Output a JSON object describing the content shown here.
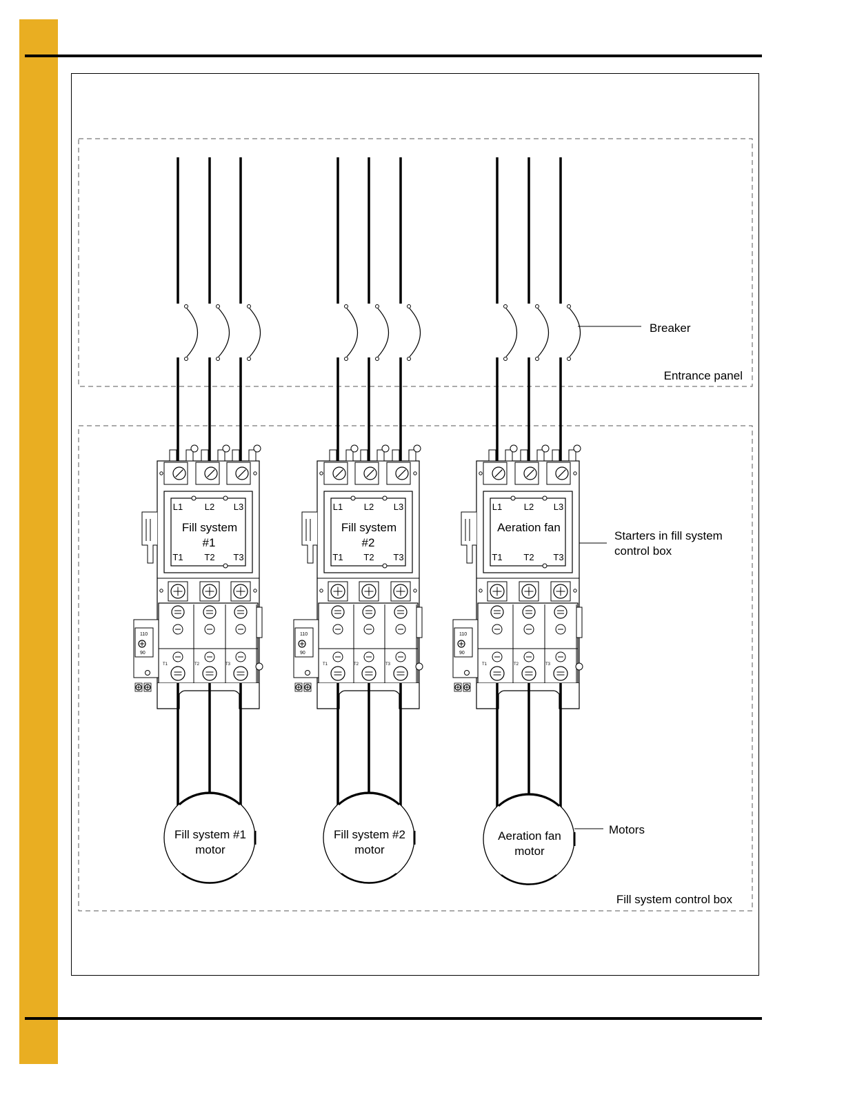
{
  "page": {
    "accent_color": "#E9AE22",
    "rule_color": "#000000"
  },
  "labels": {
    "breaker": "Breaker",
    "entrance_panel": "Entrance panel",
    "starters_line1": "Starters in fill system",
    "starters_line2": "control box",
    "motors": "Motors",
    "control_box": "Fill system control box"
  },
  "starters": [
    {
      "line_terms": [
        "L1",
        "L2",
        "L3"
      ],
      "load_terms": [
        "T1",
        "T2",
        "T3"
      ],
      "name_line1": "Fill system",
      "name_line2": "#1",
      "overload_top": "110",
      "overload_bottom": "90",
      "overload_terms": [
        "T1",
        "T2",
        "T3"
      ],
      "motor_line1": "Fill system #1",
      "motor_line2": "motor"
    },
    {
      "line_terms": [
        "L1",
        "L2",
        "L3"
      ],
      "load_terms": [
        "T1",
        "T2",
        "T3"
      ],
      "name_line1": "Fill system",
      "name_line2": "#2",
      "overload_top": "110",
      "overload_bottom": "90",
      "overload_terms": [
        "T1",
        "T2",
        "T3"
      ],
      "motor_line1": "Fill system #2",
      "motor_line2": "motor"
    },
    {
      "line_terms": [
        "L1",
        "L2",
        "L3"
      ],
      "load_terms": [
        "T1",
        "T2",
        "T3"
      ],
      "name_line1": "Aeration fan",
      "name_line2": "",
      "overload_top": "110",
      "overload_bottom": "90",
      "overload_terms": [
        "T1",
        "T2",
        "T3"
      ],
      "motor_line1": "Aeration fan",
      "motor_line2": "motor"
    }
  ]
}
